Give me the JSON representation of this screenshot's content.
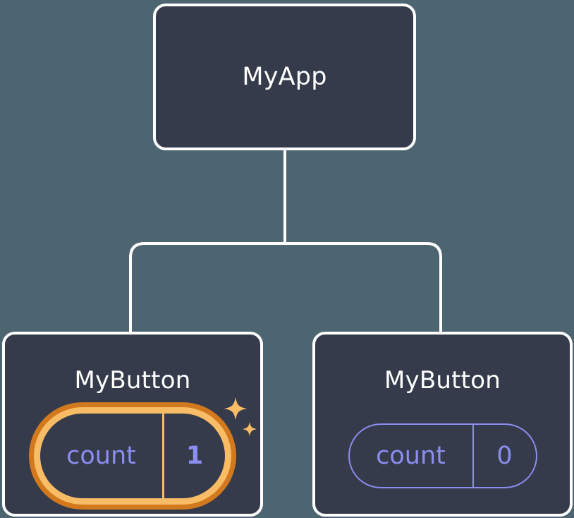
{
  "diagram": {
    "type": "component-tree",
    "background_color": "#4c6570",
    "node_fill_color": "#353b4a",
    "node_border_color": "#ffffff",
    "edge_color": "#ffffff",
    "state_color": "#8b8df0",
    "highlight_color": "#f9bc66",
    "highlight_outer_color": "#d2791e",
    "root": {
      "title": "MyApp"
    },
    "children": [
      {
        "title": "MyButton",
        "state": {
          "key": "count",
          "value": "1"
        },
        "highlighted": true,
        "sparkle_large": "sparkle-icon",
        "sparkle_small": "sparkle-icon"
      },
      {
        "title": "MyButton",
        "state": {
          "key": "count",
          "value": "0"
        },
        "highlighted": false
      }
    ]
  }
}
